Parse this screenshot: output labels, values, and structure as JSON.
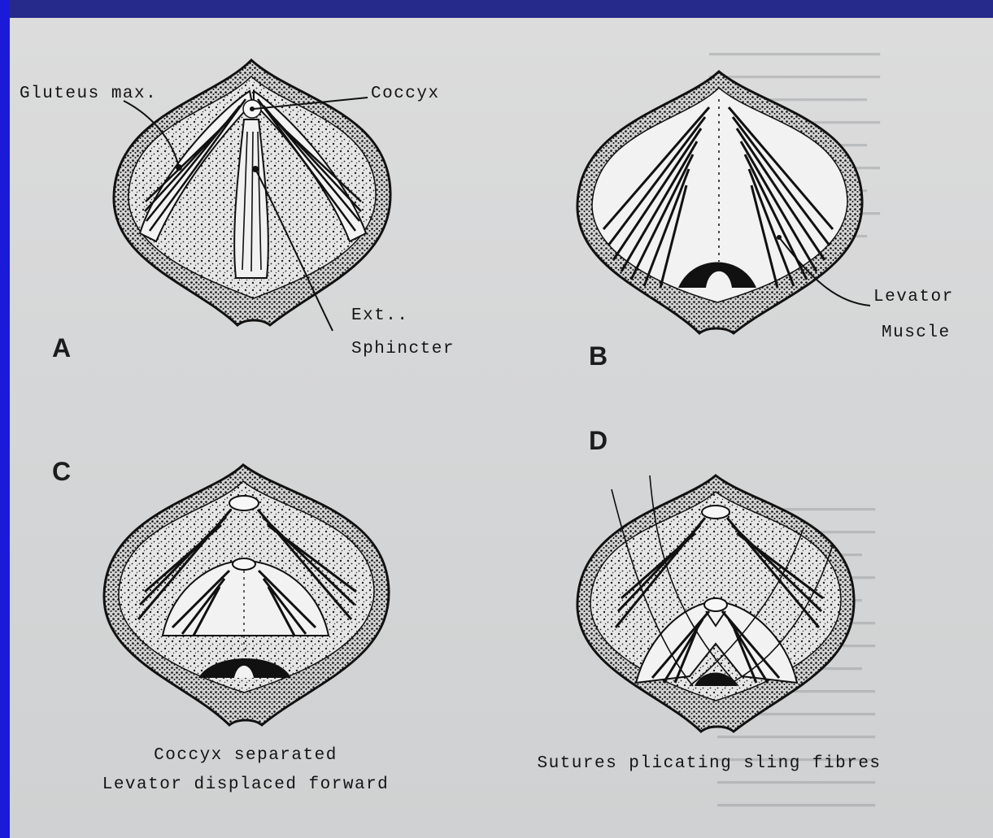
{
  "labels": {
    "gluteus": "Gluteus max.",
    "coccyx": "Coccyx",
    "ext": "Ext..",
    "sphincter": "Sphincter",
    "levator": "Levator",
    "muscle": "Muscle"
  },
  "panels": {
    "a": "A",
    "b": "B",
    "c": "C",
    "d": "D"
  },
  "captions": {
    "c_line1": "Coccyx separated",
    "c_line2": "Levator displaced forward",
    "d_line1": "Sutures plicating sling fibres"
  },
  "colors": {
    "frame_blue": "#1a1ad8",
    "paper": "#d8d9da",
    "ink": "#141414"
  }
}
